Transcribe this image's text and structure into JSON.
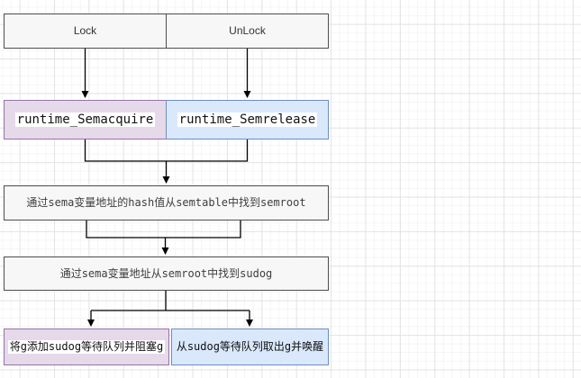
{
  "flowchart": {
    "nodes": {
      "lock": {
        "label": "Lock"
      },
      "unlock": {
        "label": "UnLock"
      },
      "semacquire": {
        "label": "runtime_Semacquire"
      },
      "semrelease": {
        "label": "runtime_Semrelease"
      },
      "find_semroot": {
        "label": "通过sema变量地址的hash值从semtable中找到semroot"
      },
      "find_sudog": {
        "label": "通过sema变量地址从semroot中找到sudog"
      },
      "block_g": {
        "label": "将g添加sudog等待队列并阻塞g"
      },
      "wake_g": {
        "label": "从sudog等待队列取出g并唤醒"
      }
    },
    "colors": {
      "purple_fill": "#e6d9ea",
      "purple_border": "#9673a6",
      "blue_fill": "#dae8fc",
      "blue_border": "#6c8ebf",
      "gray_fill": "#f7f7f7",
      "gray_border": "#4d4d4d",
      "connector": "#000000",
      "grid_minor": "#f5f5f5",
      "grid_major": "#e4e4e4",
      "label_highlight": "#ffffff"
    }
  }
}
